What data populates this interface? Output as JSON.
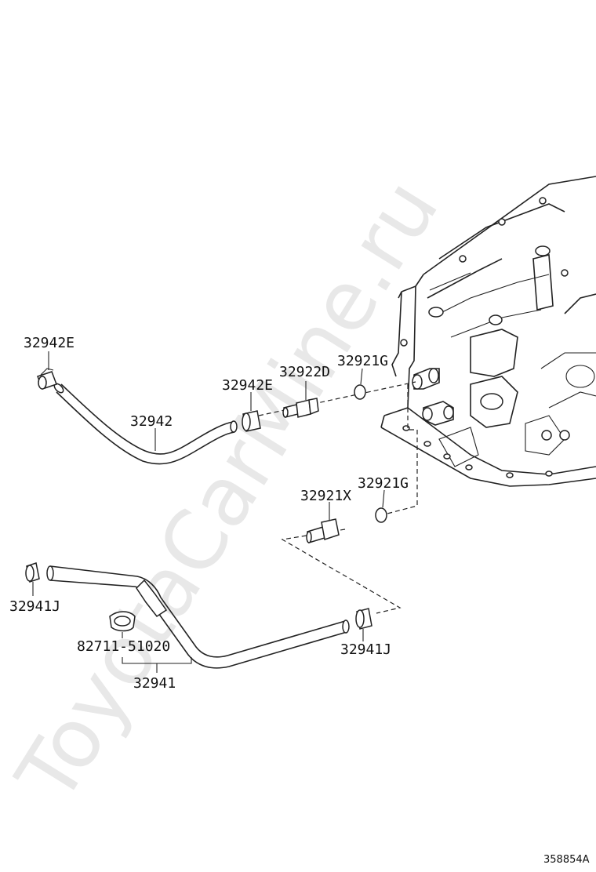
{
  "watermark": "ToyotaCarMine.ru",
  "diagram_id": "358854A",
  "labels": {
    "clip_top_left": "32942E",
    "hose_upper": "32942",
    "clip_upper_right": "32942E",
    "union_upper": "32922D",
    "oring_upper": "32921G",
    "union_lower": "32921X",
    "oring_lower": "32921G",
    "clip_lower_left": "32941J",
    "clamp": "82711-51020",
    "hose_lower": "32941",
    "clip_lower_right": "32941J"
  }
}
